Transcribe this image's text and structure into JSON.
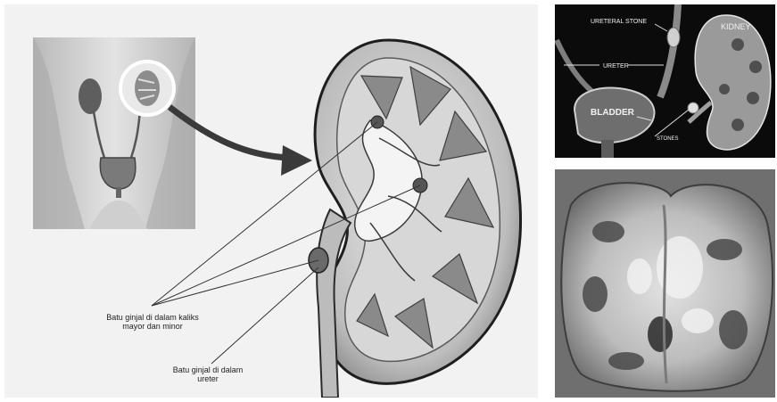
{
  "main_panel": {
    "caption_calyces_line1": "Batu ginjal di dalam kaliks",
    "caption_calyces_line2": "mayor dan minor",
    "caption_ureter_line1": "Batu ginjal di dalam",
    "caption_ureter_line2": "ureter"
  },
  "top_right_panel": {
    "label_ureteral_stone": "URETERAL STONE",
    "label_ureter": "URETER",
    "label_kidney": "KIDNEY",
    "label_bladder": "BLADDER",
    "label_stones": "STONES"
  },
  "colors": {
    "illustration_background": "#f2f2f2",
    "photo_background": "#6f6f6f",
    "dark_background": "#0b0b0b"
  }
}
